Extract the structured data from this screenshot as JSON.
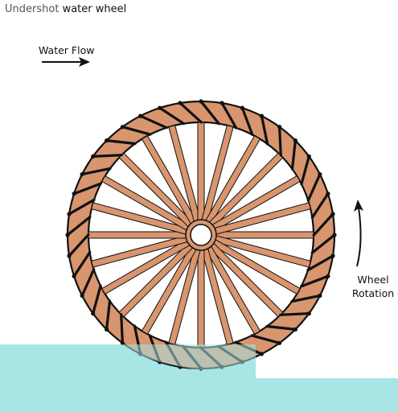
{
  "title": {
    "prefix": "Undershot",
    "main": "water wheel"
  },
  "labels": {
    "water_flow": "Water Flow",
    "wheel_rotation_line1": "Wheel",
    "wheel_rotation_line2": "Rotation"
  },
  "diagram": {
    "spoke_count": 24,
    "bucket_count": 40,
    "colors": {
      "wood": "#d9956e",
      "water": "#a8e6e6",
      "outline": "#111111",
      "background": "#ffffff"
    }
  }
}
